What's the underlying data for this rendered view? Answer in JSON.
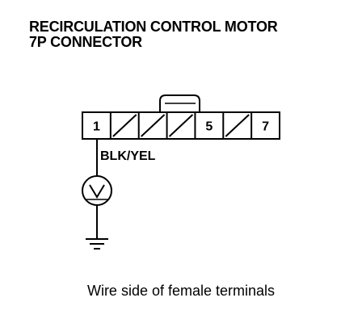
{
  "title": {
    "line1": "RECIRCULATION CONTROL MOTOR",
    "line2": "7P CONNECTOR"
  },
  "connector": {
    "terminals": [
      {
        "label": "1",
        "hatched": false
      },
      {
        "label": "",
        "hatched": true
      },
      {
        "label": "",
        "hatched": true
      },
      {
        "label": "",
        "hatched": true
      },
      {
        "label": "5",
        "hatched": false
      },
      {
        "label": "",
        "hatched": true
      },
      {
        "label": "7",
        "hatched": false
      }
    ]
  },
  "wire": {
    "color_label": "BLK/YEL"
  },
  "meter": {
    "symbol": "V"
  },
  "caption": "Wire side of female terminals",
  "colors": {
    "ink": "#000000",
    "background": "#ffffff"
  }
}
